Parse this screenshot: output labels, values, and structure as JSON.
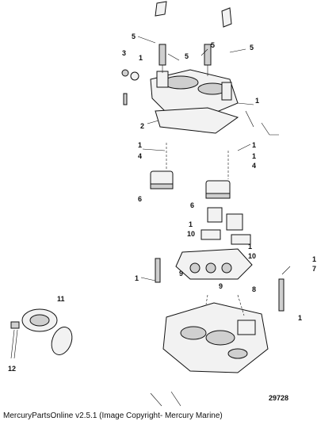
{
  "figure_number": "29728",
  "footer_text": "MercuryPartsOnline v2.5.1 (Image Copyright- Mercury Marine)",
  "callouts": {
    "c1": "5",
    "c2": "5",
    "c3": "5",
    "c4": "5",
    "c5": "3",
    "c6": "1",
    "c7": "1",
    "c8": "2",
    "c9": "1",
    "c10": "1",
    "c11": "4",
    "c12": "1",
    "c13": "4",
    "c14": "6",
    "c15": "6",
    "c16": "1",
    "c17": "10",
    "c18": "1",
    "c19": "10",
    "c20": "1",
    "c21": "7",
    "c22": "1",
    "c23": "9",
    "c24": "9",
    "c25": "8",
    "c26": "1",
    "c27": "11",
    "c28": "12"
  }
}
